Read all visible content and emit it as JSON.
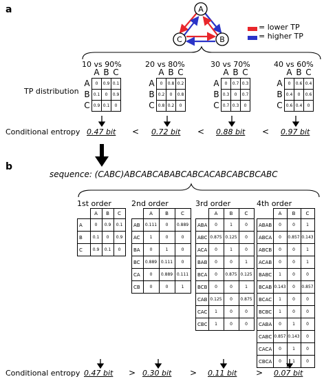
{
  "panel_a": {
    "label": "a",
    "nodes": [
      "A",
      "B",
      "C"
    ],
    "legend": [
      {
        "text": "= lower TP",
        "color": "#e8262b"
      },
      {
        "text": "= higher TP",
        "color": "#2b34c8"
      }
    ],
    "row_label": "TP distribution",
    "entropy_label": "Conditional entropy",
    "columns": [
      "A",
      "B",
      "C"
    ],
    "comparisons": [
      {
        "title": "10 vs 90%",
        "rows": [
          [
            "A",
            "0",
            "0.9",
            "0.1"
          ],
          [
            "B",
            "0.1",
            "0",
            "0.9"
          ],
          [
            "C",
            "0.9",
            "0.1",
            "0"
          ]
        ],
        "entropy": "0.47 bit"
      },
      {
        "title": "20 vs 80%",
        "rows": [
          [
            "A",
            "0",
            "0.8",
            "0.2"
          ],
          [
            "B",
            "0.2",
            "0",
            "0.8"
          ],
          [
            "C",
            "0.8",
            "0.2",
            "0"
          ]
        ],
        "entropy": "0.72 bit"
      },
      {
        "title": "30 vs 70%",
        "rows": [
          [
            "A",
            "0",
            "0.7",
            "0.3"
          ],
          [
            "B",
            "0.3",
            "0",
            "0.7"
          ],
          [
            "C",
            "0.7",
            "0.3",
            "0"
          ]
        ],
        "entropy": "0.88 bit"
      },
      {
        "title": "40 vs 60%",
        "rows": [
          [
            "A",
            "0",
            "0.6",
            "0.4"
          ],
          [
            "B",
            "0.4",
            "0",
            "0.6"
          ],
          [
            "C",
            "0.6",
            "0.4",
            "0"
          ]
        ],
        "entropy": "0.97 bit"
      }
    ],
    "comparators": [
      "<",
      "<",
      "<"
    ]
  },
  "panel_b": {
    "label": "b",
    "sequence": "sequence: (CABC)ABCABCABABCABCACABCABCBCABC",
    "entropy_label": "Conditional entropy",
    "columns": [
      "A",
      "B",
      "C"
    ],
    "orders": [
      {
        "title": "1st order",
        "rows": [
          [
            "A",
            "0",
            "0.9",
            "0.1"
          ],
          [
            "B",
            "0.1",
            "0",
            "0.9"
          ],
          [
            "C",
            "0.9",
            "0.1",
            "0"
          ]
        ],
        "entropy": "0.47 bit"
      },
      {
        "title": "2nd order",
        "rows": [
          [
            "AB",
            "0.111",
            "0",
            "0.889"
          ],
          [
            "AC",
            "1",
            "0",
            "0"
          ],
          [
            "BA",
            "0",
            "1",
            "0"
          ],
          [
            "BC",
            "0.889",
            "0.111",
            "0"
          ],
          [
            "CA",
            "0",
            "0.889",
            "0.111"
          ],
          [
            "CB",
            "0",
            "0",
            "1"
          ]
        ],
        "entropy": "0.30 bit"
      },
      {
        "title": "3rd order",
        "rows": [
          [
            "ABA",
            "0",
            "1",
            "0"
          ],
          [
            "ABC",
            "0.875",
            "0.125",
            "0"
          ],
          [
            "ACA",
            "0",
            "1",
            "0"
          ],
          [
            "BAB",
            "0",
            "0",
            "1"
          ],
          [
            "BCA",
            "0",
            "0.875",
            "0.125"
          ],
          [
            "BCB",
            "0",
            "0",
            "1"
          ],
          [
            "CAB",
            "0.125",
            "0",
            "0.875"
          ],
          [
            "CAC",
            "1",
            "0",
            "0"
          ],
          [
            "CBC",
            "1",
            "0",
            "0"
          ]
        ],
        "entropy": "0.11 bit"
      },
      {
        "title": "4th order",
        "rows": [
          [
            "ABAB",
            "0",
            "0",
            "1"
          ],
          [
            "ABCA",
            "0",
            "0.857",
            "0.143"
          ],
          [
            "ABCB",
            "0",
            "0",
            "1"
          ],
          [
            "ACAB",
            "0",
            "0",
            "1"
          ],
          [
            "BABC",
            "1",
            "0",
            "0"
          ],
          [
            "BCAB",
            "0.143",
            "0",
            "0.857"
          ],
          [
            "BCAC",
            "1",
            "0",
            "0"
          ],
          [
            "BCBC",
            "1",
            "0",
            "0"
          ],
          [
            "CABA",
            "0",
            "1",
            "0"
          ],
          [
            "CABC",
            "0.857",
            "0.143",
            "0"
          ],
          [
            "CACA",
            "0",
            "1",
            "0"
          ],
          [
            "CBCA",
            "0",
            "1",
            "0"
          ]
        ],
        "entropy": "0.07 bit"
      }
    ],
    "comparators": [
      ">",
      ">",
      ">"
    ]
  }
}
